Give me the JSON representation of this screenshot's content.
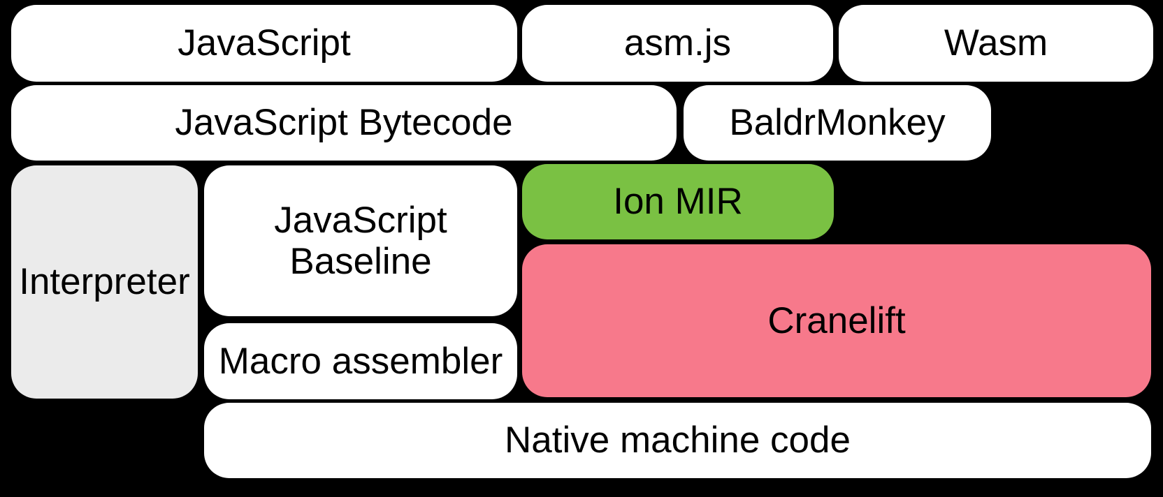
{
  "colors": {
    "background": "#000000",
    "white": "#ffffff",
    "gray": "#ebebeb",
    "green": "#7ac143",
    "pink": "#f7798b",
    "text": "#000000"
  },
  "nodes": {
    "javascript": {
      "label": "JavaScript"
    },
    "asmjs": {
      "label": "asm.js"
    },
    "wasm": {
      "label": "Wasm"
    },
    "bytecode": {
      "label": "JavaScript Bytecode"
    },
    "baldrmonkey": {
      "label": "BaldrMonkey"
    },
    "interpreter": {
      "label": "Interpreter"
    },
    "baseline": {
      "label": "JavaScript Baseline"
    },
    "ion_mir": {
      "label": "Ion MIR"
    },
    "cranelift": {
      "label": "Cranelift"
    },
    "macro_assembler": {
      "label": "Macro assembler"
    },
    "native": {
      "label": "Native machine code"
    }
  }
}
